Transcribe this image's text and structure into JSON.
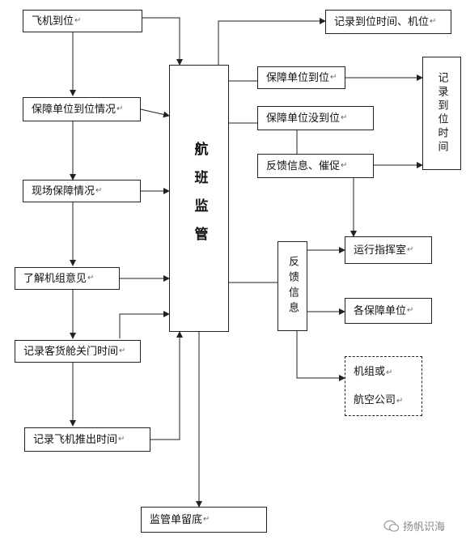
{
  "mark": "↵",
  "left": {
    "arrival": "飞机到位",
    "unit_status": "保障单位到位情况",
    "onsite": "现场保障情况",
    "crew": "了解机组意见",
    "door_time": "记录客货舱关门时间",
    "pushback": "记录飞机推出时间"
  },
  "center": {
    "title": "航班监管"
  },
  "bottom": {
    "record": "监管单留底"
  },
  "right": {
    "record_time": "记录到位时间、机位",
    "arrived": "保障单位到位",
    "not_arrived": "保障单位没到位",
    "feedback_urge": "反馈信息、催促",
    "side_record": "记录到位时间",
    "feedback": "反馈信息",
    "ops_room": "运行指挥室",
    "units": "各保障单位",
    "crew_or": "机组或",
    "airline": "航空公司"
  },
  "watermark": "扬帆识海"
}
